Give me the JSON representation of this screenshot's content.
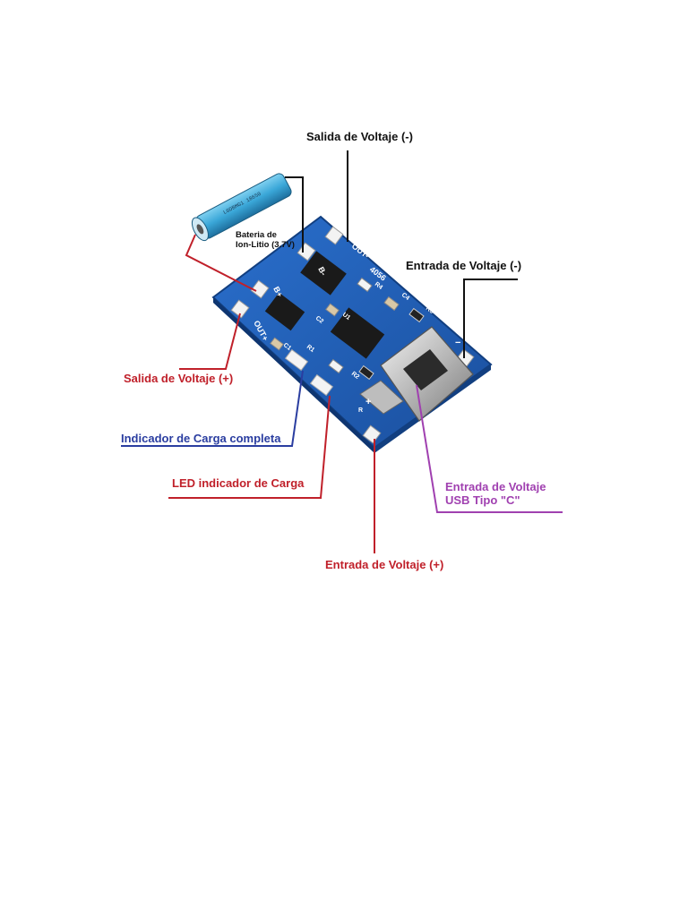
{
  "labels": {
    "out_neg": "Salida de Voltaje (-)",
    "in_neg": "Entrada de Voltaje (-)",
    "battery_line1": "Bateria de",
    "battery_line2": "Ion-Litio (3.7V)",
    "out_pos": "Salida de Voltaje (+)",
    "full_charge": "Indicador de Carga completa",
    "charge_led": "LED indicador de Carga",
    "usb_line1": "Entrada de Voltaje",
    "usb_line2": "USB Tipo \"C\"",
    "in_pos": "Entrada de Voltaje (+)"
  },
  "board_text": {
    "b_minus": "B-",
    "b_plus": "B+",
    "out_minus": "OUT-",
    "out_plus": "OUT+",
    "chip_4056": "4056",
    "minus": "−",
    "plus": "+",
    "c4": "C4",
    "r3": "R3",
    "r1": "R1",
    "r2": "R2",
    "r4": "R4",
    "c2": "C2",
    "u1": "U1",
    "c1": "C1"
  },
  "battery_print": "LGDBMG1 18650",
  "colors": {
    "pcb": "#1f5fb8",
    "pcb_edge": "#123f80",
    "red_label": "#c0202a",
    "blue_label": "#2a3da0",
    "purple_label": "#a040b0",
    "battery": "#3aa7d8"
  }
}
